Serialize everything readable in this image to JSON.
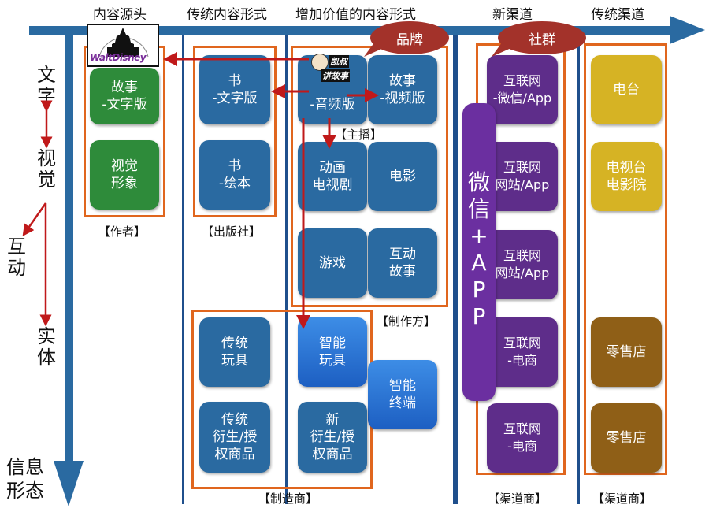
{
  "columns": {
    "source": "内容源头",
    "traditional_forms": "传统内容形式",
    "value_added_forms": "增加价值的内容形式",
    "new_channels": "新渠道",
    "traditional_channels": "传统渠道"
  },
  "vertical_axis": {
    "title": "信息\n形态",
    "stages": [
      "文字",
      "视觉",
      "互动",
      "实体"
    ]
  },
  "logo": {
    "name": "Walt Disney",
    "text": "WaltDisney"
  },
  "kaiquan_logo": {
    "line1": "凯叔",
    "line2": "讲故事"
  },
  "bubbles": {
    "brand": "品牌",
    "community": "社群"
  },
  "boxes": {
    "story_text": "故事\n-文字版",
    "visual_image": "视觉\n形象",
    "book_text": "书\n-文字版",
    "book_picture": "书\n-绘本",
    "audio": "-音频版",
    "story_video": "故事\n-视频版",
    "animation_tv": "动画\n电视剧",
    "movie": "电影",
    "game": "游戏",
    "interactive_story": "互动\n故事",
    "traditional_toy": "传统\n玩具",
    "smart_toy": "智能\n玩具",
    "smart_terminal": "智能\n终端",
    "traditional_merch": "传统\n衍生/授\n权商品",
    "new_merch": "新\n衍生/授\n权商品",
    "internet_weixin_app": "互联网\n-微信/App",
    "internet_site_app_1": "互联网\n网站/App",
    "internet_site_app_2": "互联网\n网站/App",
    "internet_ecommerce_1": "互联网\n-电商",
    "internet_ecommerce_2": "互联网\n-电商",
    "radio": "电台",
    "tv_cinema": "电视台\n电影院",
    "retail_1": "零售店",
    "retail_2": "零售店"
  },
  "weixin_app": "微\n信\n+\nA\nP\nP",
  "roles": {
    "author": "【作者】",
    "publisher": "【出版社】",
    "anchor": "【主播】",
    "producer": "【制作方】",
    "manufacturer": "【制造商】",
    "channel_new": "【渠道商】",
    "channel_traditional": "【渠道商】"
  },
  "colors": {
    "axis": "#2a6aa1",
    "frame": "#e0661e",
    "arrow": "#c0191a",
    "separator": "#1f4f8c",
    "source": "#2e8b3a",
    "content": "#2a6aa1",
    "smart": "#2a78d8",
    "new_channel": "#5e2d8a",
    "traditional_channel": "#d6b324",
    "retail": "#8f5f17",
    "bubble": "#a3322a"
  }
}
